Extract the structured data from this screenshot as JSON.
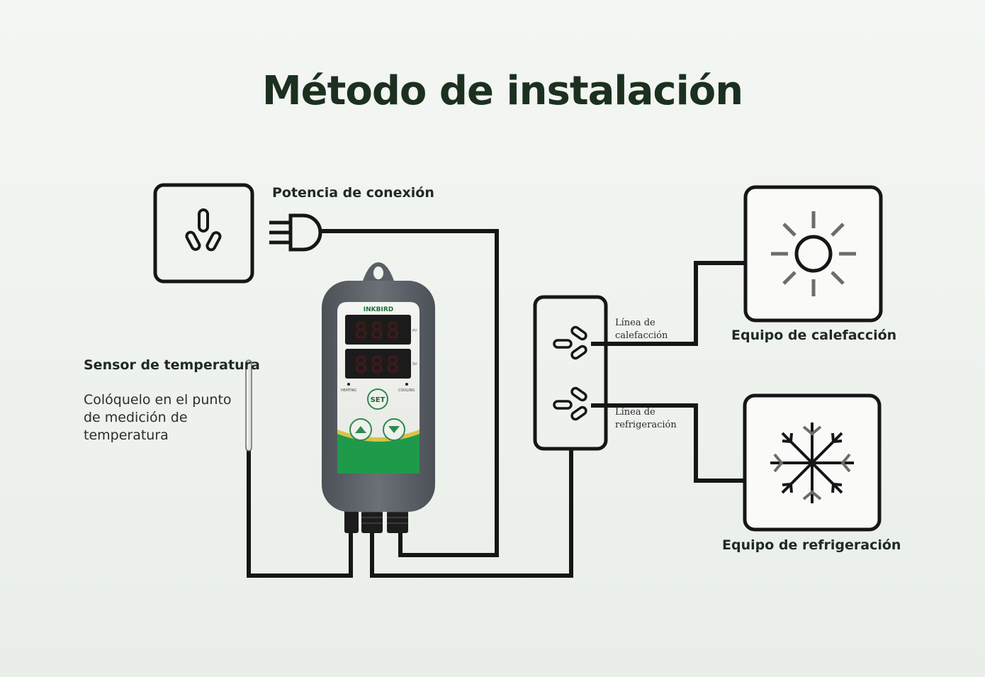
{
  "title": "Método de instalación",
  "labels": {
    "power": "Potencia de conexión",
    "sensor": "Sensor de temperatura",
    "sensor_desc": "Colóquelo en el punto de medición de temperatura",
    "heating_line": "Línea de calefacción",
    "cooling_line": "Línea de refrigeración",
    "heating_equipment": "Equipo de calefacción",
    "cooling_equipment": "Equipo de refrigeración"
  },
  "device": {
    "brand": "INKBIRD",
    "pv": "PV",
    "sv": "SV",
    "heating": "HEATING",
    "cooling": "COOLING",
    "set": "SET",
    "display_pv": "888",
    "display_sv": "888"
  },
  "icons": {
    "wall_socket": "socket-icon",
    "plug": "plug-icon",
    "sun": "sun-icon",
    "snowflake": "snowflake-icon"
  },
  "colors": {
    "line": "#161616",
    "device_body": "#5c6268",
    "device_green": "#1f9a4a",
    "display_red": "#e0322c"
  }
}
